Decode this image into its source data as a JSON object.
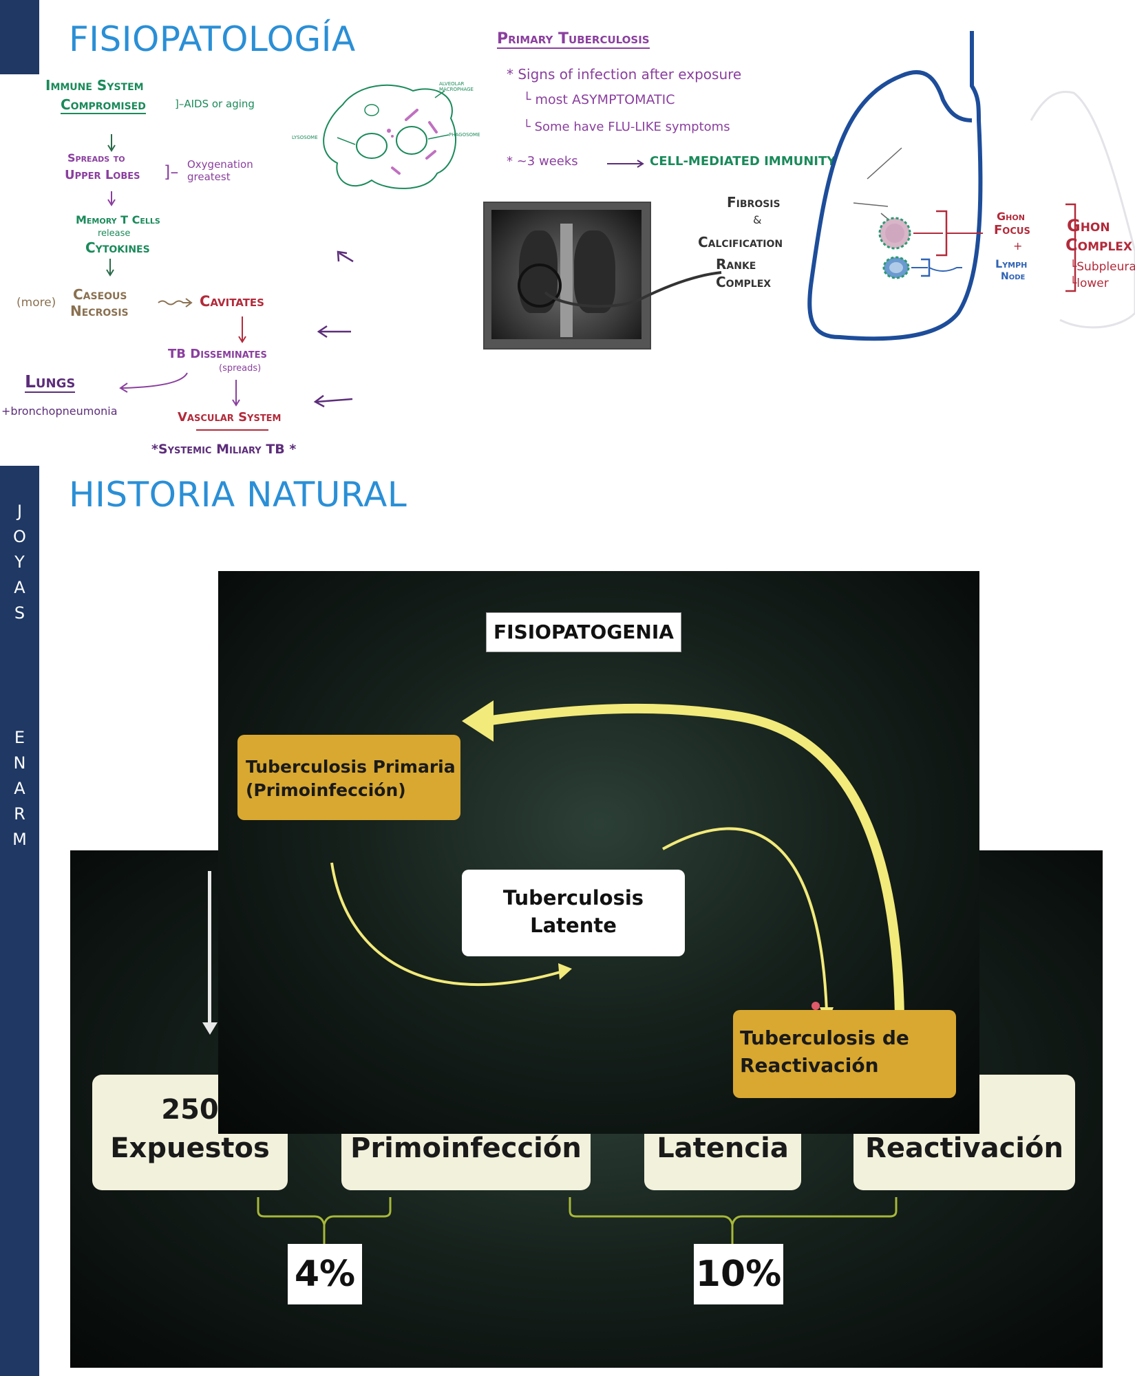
{
  "sidebar": {
    "letters_top": [
      "J",
      "O",
      "Y",
      "A",
      "S"
    ],
    "letters_bottom": [
      "E",
      "N",
      "A",
      "R",
      "M"
    ]
  },
  "headings": {
    "fisiopatologia": "FISIOPATOLOGÍA",
    "historia_natural": "HISTORIA NATURAL"
  },
  "flow": {
    "immune_line1": "Immune System",
    "immune_line2": "Compromised",
    "immune_note": "AIDS or aging",
    "spreads_line1": "Spreads to",
    "spreads_line2": "Upper Lobes",
    "spreads_note1": "Oxygenation",
    "spreads_note2": "greatest",
    "memory_line1": "Memory T Cells",
    "memory_line2": "release",
    "memory_line3": "Cytokines",
    "more": "(more)",
    "caseous_line1": "Caseous",
    "caseous_line2": "Necrosis",
    "cavitates": "Cavitates",
    "tb_dissem": "TB Disseminates",
    "spreads_paren": "(spreads)",
    "lungs": "Lungs",
    "broncho": "bronchopneumonia",
    "vascular": "Vascular System",
    "miliary": "*Systemic Miliary TB *"
  },
  "macrophage": {
    "alveolar_line1": "ALVEOLAR",
    "alveolar_line2": "MACROPHAGE",
    "lysosome": "LYSOSOME",
    "phagosome": "PHAGOSOME"
  },
  "primary_tb": {
    "title": "Primary Tuberculosis",
    "line1": "* Signs of infection after exposure",
    "line2": "most ASYMPTOMATIC",
    "line3": "Some have FLU-LIKE symptoms",
    "line4": "* ~3 weeks",
    "line4_result": "CELL-MEDIATED IMMUNITY",
    "fibrosis": "Fibrosis",
    "amp": "&",
    "calcification": "Calcification",
    "ranke": "Ranke",
    "complex": "Complex",
    "ghon_focus_1": "Ghon",
    "ghon_focus_2": "Focus",
    "plus": "+",
    "lymph_1": "Lymph",
    "lymph_2": "Node",
    "ghon_complex_1": "Ghon",
    "ghon_complex_2": "Complex",
    "subpleural": "Subpleural",
    "lower": "lower"
  },
  "natural_history": {
    "fisiopatogenia": "FISIOPATOGENIA",
    "tb_primaria_1": "Tuberculosis Primaria",
    "tb_primaria_2": "(Primoinfección)",
    "tb_latente_1": "Tuberculosis",
    "tb_latente_2": "Latente",
    "tb_reactivacion_1": "Tuberculosis de",
    "tb_reactivacion_2": "Reactivación",
    "stage1_num": "250",
    "stage1": "Expuestos",
    "stage2": "Primoinfección",
    "stage3": "Latencia",
    "stage4": "Reactivación",
    "pct1": "4%",
    "pct2": "10%"
  },
  "colors": {
    "navy": "#1f3864",
    "heading_blue": "#2a8fd6",
    "arrow_yellow": "#f2ea7a",
    "box_gold": "#d9a830"
  }
}
